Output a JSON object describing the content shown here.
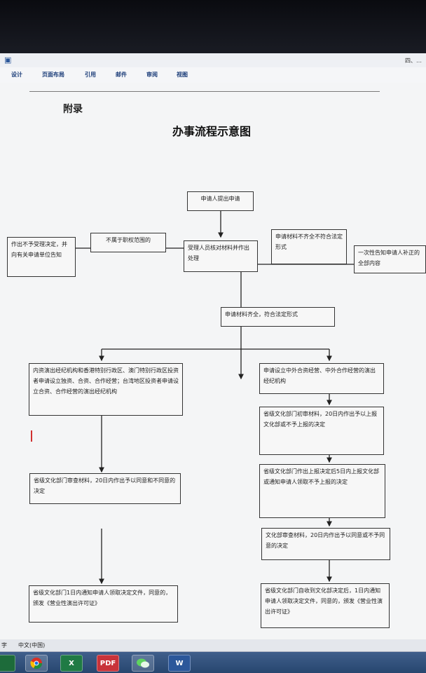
{
  "app": {
    "doc_title": "四、…",
    "tabs": [
      "设计",
      "页面布局",
      "引用",
      "邮件",
      "审阅",
      "视图"
    ]
  },
  "document": {
    "appendix": "附录",
    "heading": "办事流程示意图",
    "steps": {
      "submit": "申请人提出申请",
      "review": "受理人员核对材料并作出处理",
      "not_in_scope": "不属于职权范围的",
      "reject": "作出不予受理决定，并向有关申请单位告知",
      "incomplete": "申请材料不齐全不符合法定形式",
      "notify_once": "一次性告知申请人补正的全部内容",
      "complete": "申请材料齐全，符合法定形式",
      "domestic": "内资演出经纪机构和香港特别行政区、澳门特别行政区投资者申请设立独资、合资、合作经营；台湾地区投资者申请设立合资、合作经营的演出经纪机构",
      "foreign": "申请设立中外合资经营、中外合作经营的演出经纪机构",
      "prov_review_left": "省级文化部门审查材料，20日内作出予以同意和不同意的决定",
      "prov_initial": "省级文化部门初审材料，20日内作出予以上报文化部或不予上报的决定",
      "prov_report": "省级文化部门作出上报决定后5日内上报文化部或通知申请人领取不予上报的决定",
      "ministry_review": "文化部审查材料，20日内作出予以同意或不予同意的决定",
      "notify_left": "省级文化部门1日内通知申请人领取决定文件，同意的，颁发《营业性演出许可证》",
      "notify_right": "省级文化部门自收到文化部决定后，1日内通知申请人领取决定文件，同意的，颁发《营业性演出许可证》"
    }
  },
  "status": {
    "left": "字",
    "language": "中文(中国)"
  },
  "taskbar": {
    "items": [
      "excel",
      "pdf",
      "wechat",
      "word"
    ],
    "excel_label": "X",
    "pdf_label": "PDF",
    "word_label": "W"
  }
}
